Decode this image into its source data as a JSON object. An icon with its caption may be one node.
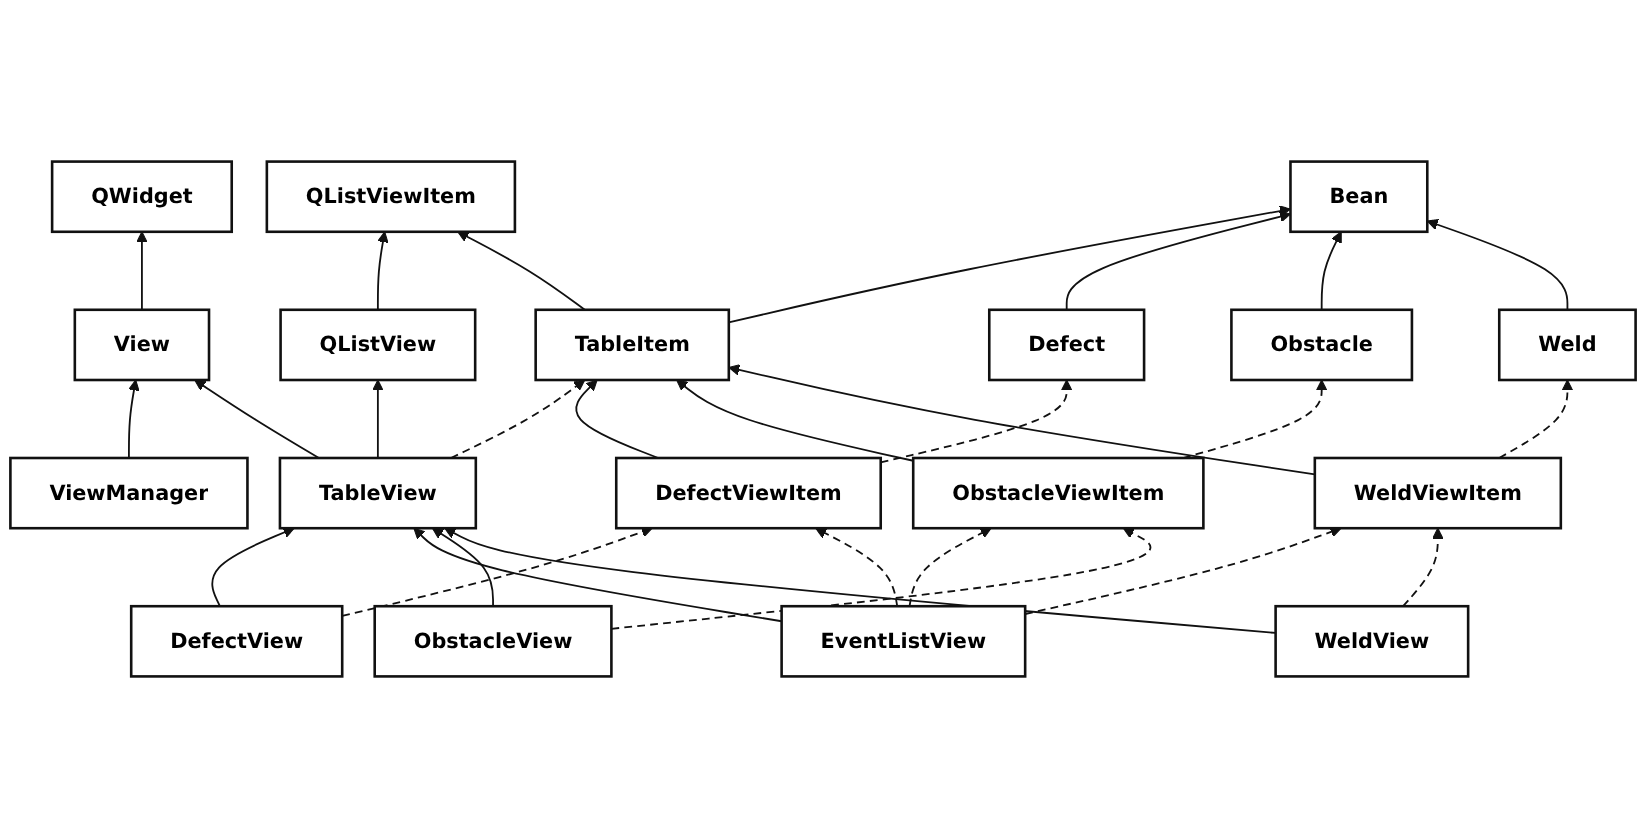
{
  "diagram": {
    "nodes": [
      {
        "text": [
          "QWidget"
        ]
      },
      {
        "text": [
          "QListView"
        ]
      },
      {
        "text": [
          "QListViewItem"
        ]
      },
      {
        "text": [
          "ViewManager"
        ]
      },
      {
        "text": [
          "View"
        ]
      },
      {
        "text": [
          "TableView"
        ]
      },
      {
        "text": [
          "TableItem"
        ]
      },
      {
        "text": [
          "Bean"
        ]
      },
      {
        "text": [
          "DefectView"
        ]
      },
      {
        "text": [
          "DefectViewItem"
        ]
      },
      {
        "text": [
          "Defect"
        ]
      },
      {
        "text": [
          "EventListView"
        ]
      },
      {
        "text": [
          "ObstacleView"
        ]
      },
      {
        "text": [
          "ObstacleViewItem"
        ]
      },
      {
        "text": [
          "Obstacle"
        ]
      },
      {
        "text": [
          "WeldView"
        ]
      },
      {
        "text": [
          "WeldViewItem"
        ]
      },
      {
        "text": [
          "Weld"
        ]
      }
    ],
    "edges": [
      {
        "from": 4,
        "to": 0,
        "arrow": "to"
      },
      {
        "from": 3,
        "to": 4,
        "arrow": "to"
      },
      {
        "from": 5,
        "to": 4,
        "arrow": "to"
      },
      {
        "from": 5,
        "to": 1,
        "arrow": "to"
      },
      {
        "from": 1,
        "to": 2,
        "arrow": "to"
      },
      {
        "from": 5,
        "to": 6,
        "arrow": "to",
        "style": "dashed"
      },
      {
        "from": 6,
        "to": 2,
        "arrow": "to"
      },
      {
        "from": 6,
        "to": 7,
        "arrow": "to"
      },
      {
        "from": 8,
        "to": 5,
        "arrow": "to"
      },
      {
        "from": 11,
        "to": 5,
        "arrow": "to"
      },
      {
        "from": 12,
        "to": 5,
        "arrow": "to"
      },
      {
        "from": 15,
        "to": 5,
        "arrow": "to"
      },
      {
        "from": 8,
        "to": 9,
        "arrow": "to",
        "style": "dashed"
      },
      {
        "from": 11,
        "to": 9,
        "arrow": "to",
        "style": "dashed"
      },
      {
        "from": 11,
        "to": 13,
        "arrow": "to",
        "style": "dashed"
      },
      {
        "from": 11,
        "to": 16,
        "arrow": "to",
        "style": "dashed"
      },
      {
        "from": 12,
        "to": 13,
        "arrow": "to",
        "style": "dashed"
      },
      {
        "from": 15,
        "to": 16,
        "arrow": "to",
        "style": "dashed"
      },
      {
        "from": 9,
        "to": 6,
        "arrow": "to"
      },
      {
        "from": 13,
        "to": 6,
        "arrow": "to"
      },
      {
        "from": 16,
        "to": 6,
        "arrow": "to"
      },
      {
        "from": 9,
        "to": 10,
        "arrow": "to",
        "style": "dashed"
      },
      {
        "from": 13,
        "to": 14,
        "arrow": "to",
        "style": "dashed"
      },
      {
        "from": 16,
        "to": 17,
        "arrow": "to",
        "style": "dashed"
      },
      {
        "from": 10,
        "to": 7,
        "arrow": "to"
      },
      {
        "from": 14,
        "to": 7,
        "arrow": "to"
      },
      {
        "from": 17,
        "to": 7,
        "arrow": "to"
      }
    ]
  }
}
